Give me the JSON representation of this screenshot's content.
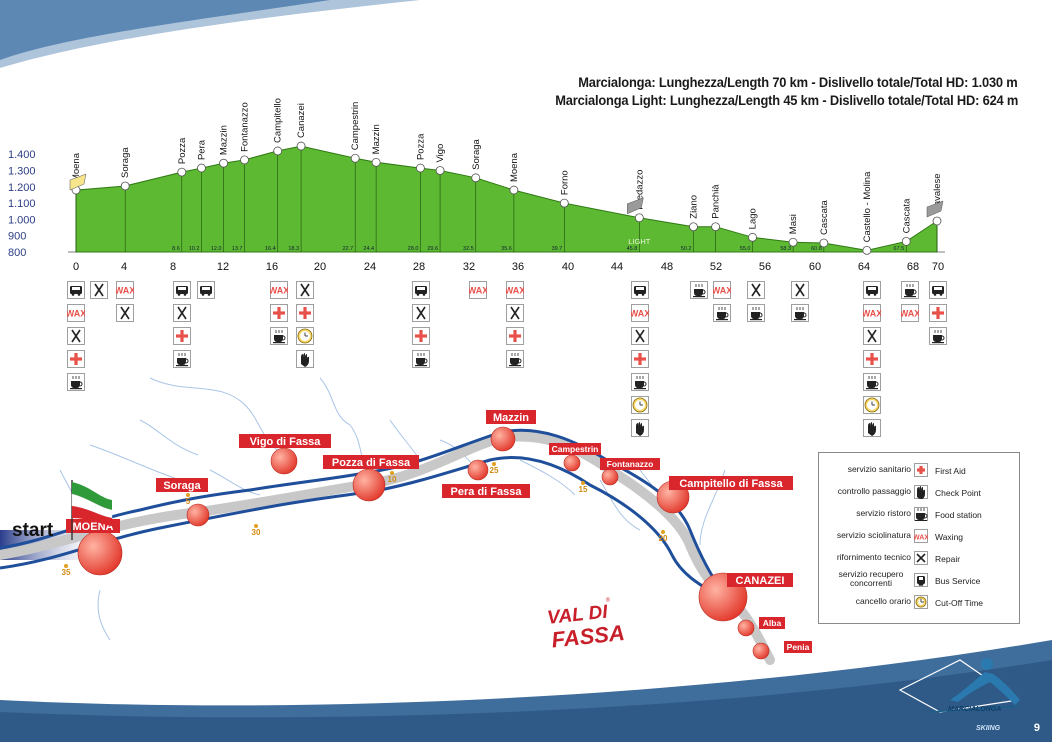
{
  "header": {
    "line1": "Marcialonga: Lunghezza/Length 70 km - Dislivello totale/Total HD: 1.030 m",
    "line2": "Marcialonga Light: Lunghezza/Length 45 km - Dislivello totale/Total HD: 624 m"
  },
  "profile": {
    "y_ticks": [
      "1.400",
      "1.300",
      "1.200",
      "1.100",
      "1.000",
      "900",
      "800"
    ],
    "x_ticks": [
      "0",
      "4",
      "8",
      "12",
      "16",
      "20",
      "24",
      "28",
      "32",
      "36",
      "40",
      "44",
      "48",
      "52",
      "56",
      "60",
      "64",
      "68",
      "70"
    ],
    "light_label": "LIGHT",
    "places": [
      {
        "name": "Moena",
        "km": 0,
        "alt": 1180
      },
      {
        "name": "Soraga",
        "km": 4,
        "alt": 1205
      },
      {
        "name": "Pozza",
        "km": 8.6,
        "alt": 1290,
        "km_label": "8.6"
      },
      {
        "name": "Pera",
        "km": 10.2,
        "alt": 1315,
        "km_label": "10.2"
      },
      {
        "name": "Mazzin",
        "km": 12.0,
        "alt": 1345,
        "km_label": "12.0"
      },
      {
        "name": "Fontanazzo",
        "km": 13.7,
        "alt": 1365,
        "km_label": "13.7"
      },
      {
        "name": "Campitello",
        "km": 16.4,
        "alt": 1420,
        "km_label": "16.4"
      },
      {
        "name": "Canazei",
        "km": 18.3,
        "alt": 1450,
        "km_label": "18.3"
      },
      {
        "name": "Campestrin",
        "km": 22.7,
        "alt": 1375,
        "km_label": "22.7"
      },
      {
        "name": "Mazzin",
        "km": 24.4,
        "alt": 1350,
        "km_label": "24.4"
      },
      {
        "name": "Pozza",
        "km": 28.0,
        "alt": 1315,
        "km_label": "28.0"
      },
      {
        "name": "Vigo",
        "km": 29.6,
        "alt": 1300,
        "km_label": "29.6"
      },
      {
        "name": "Soraga",
        "km": 32.5,
        "alt": 1255,
        "km_label": "32.5"
      },
      {
        "name": "Moena",
        "km": 35.6,
        "alt": 1180,
        "km_label": "35.6"
      },
      {
        "name": "Forno",
        "km": 39.7,
        "alt": 1100,
        "km_label": "39.7"
      },
      {
        "name": "Predazzo",
        "km": 45.8,
        "alt": 1010,
        "km_label": "45.8"
      },
      {
        "name": "Ziano",
        "km": 50.2,
        "alt": 955,
        "km_label": "50.2"
      },
      {
        "name": "Panchià",
        "km": 52.0,
        "alt": 955
      },
      {
        "name": "Lago",
        "km": 55.0,
        "alt": 890,
        "km_label": "55.0"
      },
      {
        "name": "Masi",
        "km": 58.3,
        "alt": 860,
        "km_label": "58.3"
      },
      {
        "name": "Cascata",
        "km": 60.8,
        "alt": 855,
        "km_label": "60.8"
      },
      {
        "name": "Castello - Molina",
        "km": 64.3,
        "alt": 810
      },
      {
        "name": "Cascata",
        "km": 67.5,
        "alt": 865,
        "km_label": "67.5"
      },
      {
        "name": "Cavalese",
        "km": 70,
        "alt": 990
      }
    ]
  },
  "services": {
    "waxing_abbr": "WAX",
    "stations": [
      {
        "x": 76,
        "icons": [
          "bus",
          "wax",
          "repair",
          "aid",
          "food"
        ]
      },
      {
        "x": 99,
        "icons": [
          "repair"
        ]
      },
      {
        "x": 125,
        "icons": [
          "wax",
          "repair"
        ]
      },
      {
        "x": 182,
        "icons": [
          "bus",
          "repair",
          "aid",
          "food"
        ]
      },
      {
        "x": 206,
        "icons": [
          "bus"
        ]
      },
      {
        "x": 279,
        "icons": [
          "wax",
          "aid",
          "food"
        ]
      },
      {
        "x": 305,
        "icons": [
          "repair",
          "aid",
          "cutoff",
          "check"
        ]
      },
      {
        "x": 421,
        "icons": [
          "bus",
          "repair",
          "aid",
          "food"
        ]
      },
      {
        "x": 478,
        "icons": [
          "wax"
        ]
      },
      {
        "x": 515,
        "icons": [
          "wax",
          "repair",
          "aid",
          "food"
        ]
      },
      {
        "x": 640,
        "icons": [
          "bus",
          "wax",
          "repair",
          "aid",
          "food",
          "cutoff",
          "check"
        ]
      },
      {
        "x": 699,
        "icons": [
          "food"
        ]
      },
      {
        "x": 722,
        "icons": [
          "wax",
          "food"
        ]
      },
      {
        "x": 756,
        "icons": [
          "repair",
          "food"
        ]
      },
      {
        "x": 800,
        "icons": [
          "repair",
          "food"
        ]
      },
      {
        "x": 872,
        "icons": [
          "bus",
          "wax",
          "repair",
          "aid",
          "food",
          "cutoff",
          "check"
        ]
      },
      {
        "x": 910,
        "icons": [
          "food",
          "wax"
        ]
      },
      {
        "x": 938,
        "icons": [
          "bus",
          "aid",
          "food"
        ]
      }
    ]
  },
  "map": {
    "start_label": "start",
    "towns": [
      {
        "name": "MOENA",
        "km": "35"
      },
      {
        "name": "Soraga",
        "km": "5"
      },
      {
        "name": "Vigo di Fassa",
        "km": "30"
      },
      {
        "name": "Pozza di Fassa",
        "km": "10"
      },
      {
        "name": "Pera di Fassa",
        "km": "25"
      },
      {
        "name": "Mazzin",
        "km": ""
      },
      {
        "name": "Campestrin",
        "km": "15"
      },
      {
        "name": "Fontanazzo",
        "km": ""
      },
      {
        "name": "Campitello di Fassa",
        "km": "20"
      },
      {
        "name": "CANAZEI",
        "km": ""
      },
      {
        "name": "Alba",
        "km": ""
      },
      {
        "name": "Penia",
        "km": ""
      }
    ],
    "logo_text": [
      "VAL DI",
      "FASSA"
    ],
    "registered": "®"
  },
  "legend": {
    "rows": [
      {
        "it": "servizio sanitario",
        "en": "First Aid",
        "icon": "aid"
      },
      {
        "it": "controllo passaggio",
        "en": "Check Point",
        "icon": "check"
      },
      {
        "it": "servizio ristoro",
        "en": "Food station",
        "icon": "food"
      },
      {
        "it": "servizio sciolinatura",
        "en": "Waxing",
        "icon": "wax"
      },
      {
        "it": "rifornimento tecnico",
        "en": "Repair",
        "icon": "repair"
      },
      {
        "it": "servizio recupero concorrenti",
        "en": "Bus Service",
        "icon": "bus"
      },
      {
        "it": "cancello orario",
        "en": "Cut-Off Time",
        "icon": "cutoff"
      }
    ]
  },
  "brand": {
    "name": "MARCIALONGA",
    "sub": "SKIING"
  },
  "page_number": "9",
  "colors": {
    "profile_fill": "#5db832",
    "profile_stroke": "#2f7a14",
    "route": "#1f4e9a",
    "town": "#e2382b",
    "label_bg": "#d8262c",
    "band": "#4f7ba8"
  }
}
